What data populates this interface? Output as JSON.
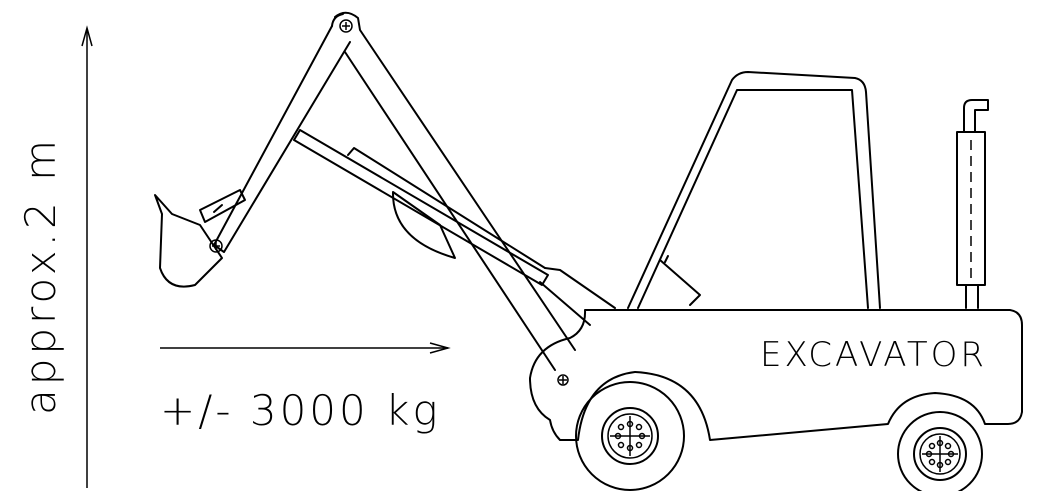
{
  "drawing": {
    "vertical_label": "approx.2 m",
    "load_label": "+/- 3000 kg",
    "body_label": "EXCAVATOR"
  }
}
